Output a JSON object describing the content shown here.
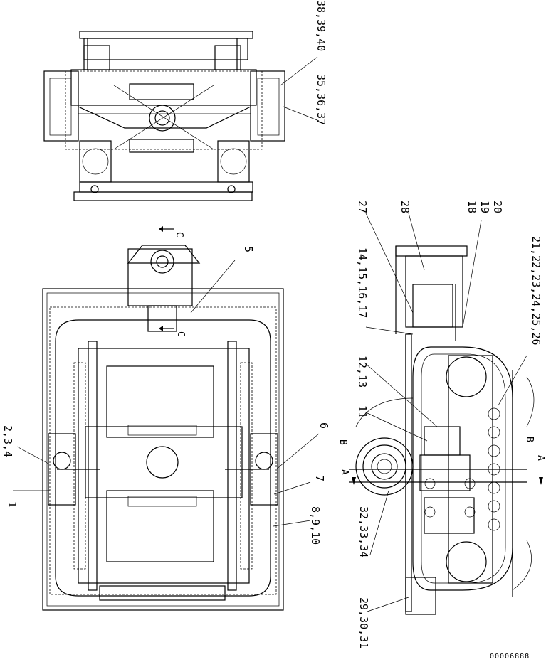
{
  "callouts": {
    "c1": "1",
    "c2_3_4": "2,3,4",
    "c5": "5",
    "c6": "6",
    "c7": "7",
    "c8_9_10": "8,9,10",
    "c11": "11",
    "c12_13": "12,13",
    "c14_17": "14,15,16,17",
    "c18": "18",
    "c19": "19",
    "c20": "20",
    "c21_26": "21,22,23,24,25,26",
    "c27": "27",
    "c28": "28",
    "c29_31": "29,30,31",
    "c32_34": "32,33,34",
    "c35_37": "35,36,37",
    "c38_40": "38,39,40"
  },
  "section_marks": {
    "a_left": "A",
    "a_right": "A",
    "b_left": "B",
    "b_right": "B",
    "c_top": "C",
    "c_bottom": "C"
  },
  "sheet_number": "00006888"
}
